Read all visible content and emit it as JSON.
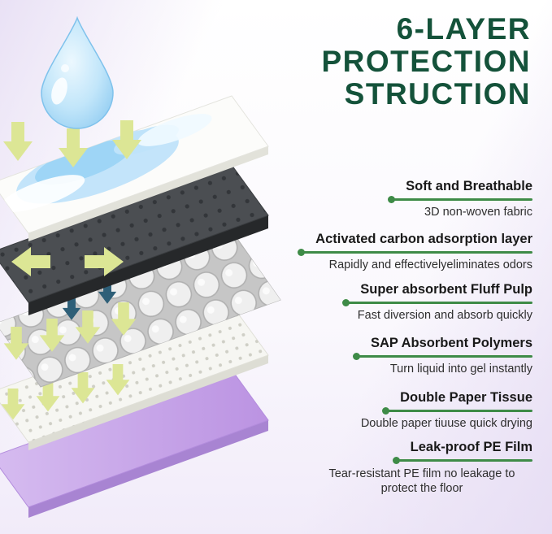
{
  "title": {
    "lines": [
      "6-LAYER",
      "PROTECTION",
      "STRUCTION"
    ],
    "color": "#14523a"
  },
  "callouts": [
    {
      "label": "Soft and Breathable",
      "desc": "3D non-woven fabric"
    },
    {
      "label": "Activated carbon adsorption layer",
      "desc": "Rapidly and effectivelyeliminates odors"
    },
    {
      "label": "Super absorbent Fluff Pulp",
      "desc": "Fast diversion and absorb quickly"
    },
    {
      "label": "SAP Absorbent Polymers",
      "desc": "Turn liquid into gel instantly"
    },
    {
      "label": "Double Paper Tissue",
      "desc": "Double paper tiuuse quick drying"
    },
    {
      "label": "Leak-proof PE Film",
      "desc": "Tear-resistant PE film no leakage to protect the floor"
    }
  ],
  "illustration": {
    "layers": [
      {
        "name": "water-drop"
      },
      {
        "name": "non-woven-fabric-layer"
      },
      {
        "name": "activated-carbon-layer"
      },
      {
        "name": "fluff-pulp-bubble-layer"
      },
      {
        "name": "paper-tissue-layer"
      },
      {
        "name": "pe-film-layer"
      }
    ],
    "colors": {
      "arrow_green": "#dce695",
      "arrow_navy": "#2e5f78",
      "drop_blue": "#a6d9f5",
      "carbon": "#4b4e52",
      "pe_film_purple": "#c7a5e8",
      "accent_green": "#3e8b47",
      "title_green": "#14523a"
    }
  }
}
